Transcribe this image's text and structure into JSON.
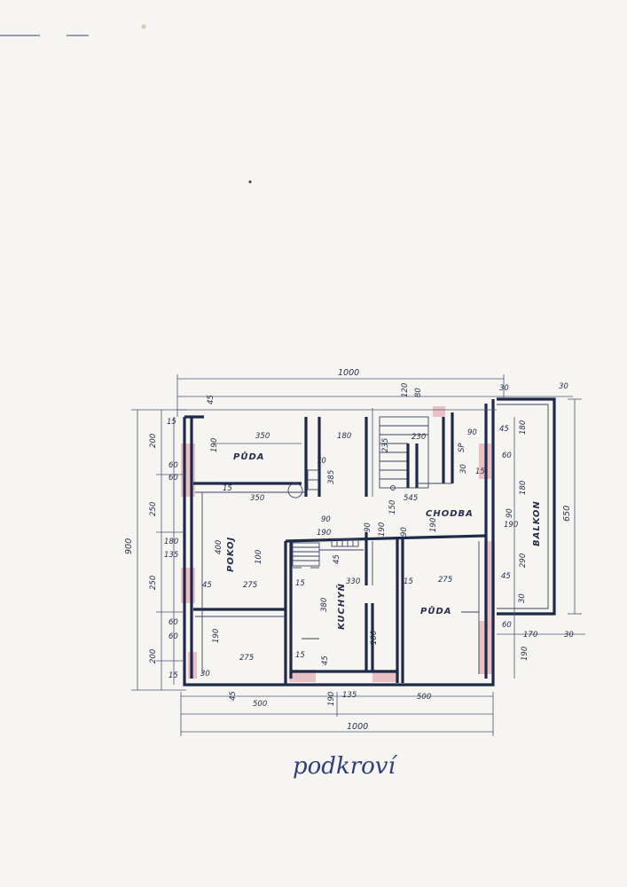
{
  "title": "podkroví",
  "rooms": {
    "puda_top": "PŮDA",
    "pokoj": "POKOJ",
    "chodba": "CHODBA",
    "kuchyn": "KUCHYŇ",
    "puda_right": "PŮDA",
    "balkon": "BALKON",
    "sp": "SP"
  },
  "dims": {
    "total_top": "1000",
    "total_bottom": "1000",
    "left_total": "900",
    "right_total": "650",
    "bottom_left": "500",
    "bottom_right": "500",
    "left_200a": "200",
    "left_250a": "250",
    "left_250b": "250",
    "left_200b": "200",
    "left_180": "180",
    "left_135": "135",
    "left_60a": "60",
    "left_60b": "60",
    "left_60c": "60",
    "left_60d": "60",
    "left_15a": "15",
    "left_15b": "15",
    "top_45": "45",
    "top_350a": "350",
    "top_180": "180",
    "top_80": "80",
    "top_120": "120",
    "top_30": "30",
    "top_230": "230",
    "top_90": "90",
    "r_30": "30",
    "r_45": "45",
    "r_180a": "180",
    "r_180b": "180",
    "r_60": "60",
    "r_90": "90",
    "r_190a": "190",
    "r_290": "290",
    "r_45b": "45",
    "r_30b": "30",
    "r_60b": "60",
    "r_170": "170",
    "r_30c": "30",
    "r_190b": "190",
    "in_190a": "190",
    "in_350": "350",
    "in_400": "400",
    "in_100a": "100",
    "in_45": "45",
    "in_275a": "275",
    "in_190b": "190",
    "in_275b": "275",
    "in_30": "30",
    "in_15a": "15",
    "in_15b": "15",
    "in_15c": "15",
    "in_385": "385",
    "in_70": "70",
    "in_190c": "190",
    "in_90a": "90",
    "in_90b": "90",
    "in_150": "150",
    "in_190d": "190",
    "in_190e": "190",
    "in_545": "545",
    "in_235": "235",
    "in_330": "330",
    "in_380": "380",
    "in_100b": "100",
    "in_15d": "15",
    "in_275c": "275",
    "in_45c": "45",
    "in_45d": "45",
    "in_45e": "45",
    "in_190f": "190",
    "in_135": "135",
    "in_90c": "90",
    "in_15e": "15",
    "in_30b": "30"
  }
}
